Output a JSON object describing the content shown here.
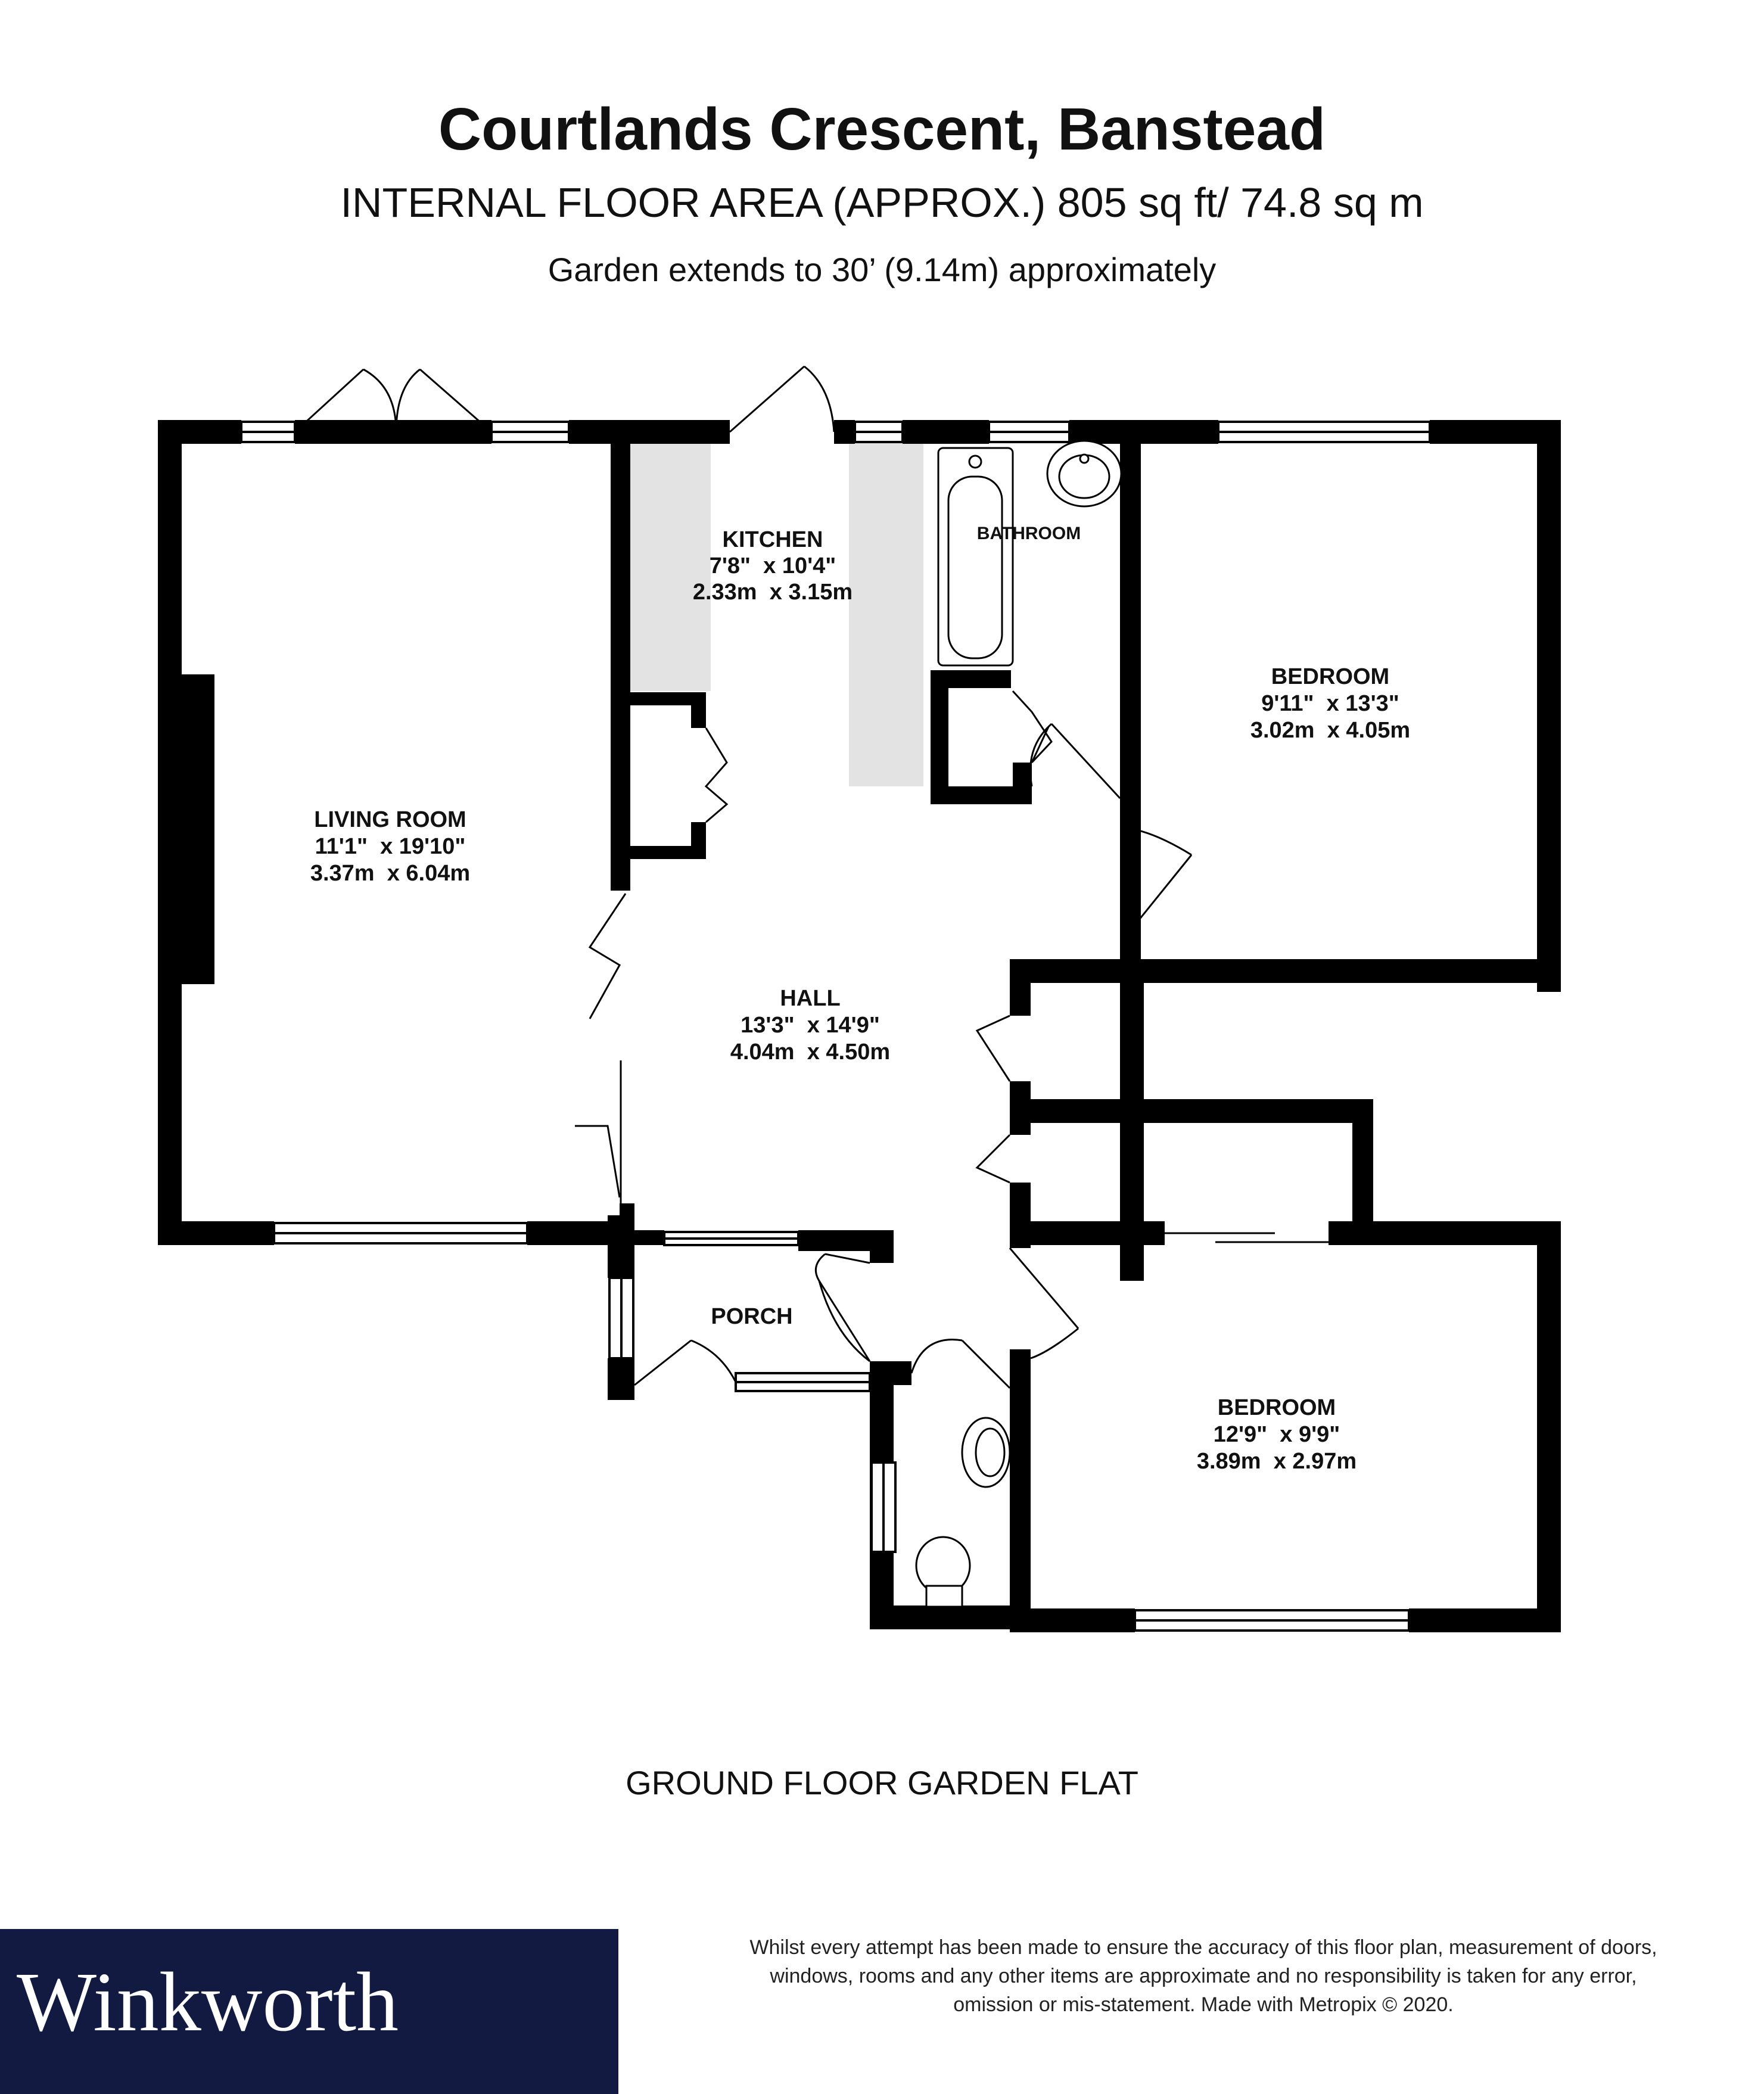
{
  "header": {
    "title": "Courtlands Crescent, Banstead",
    "subtitle": "INTERNAL FLOOR AREA (APPROX.) 805 sq ft/ 74.8 sq m",
    "garden_note": "Garden extends to 30’ (9.14m) approximately"
  },
  "rooms": {
    "kitchen": {
      "name": "KITCHEN",
      "imperial": "7'8\"  x 10'4\"",
      "metric": "2.33m  x 3.15m"
    },
    "bathroom": {
      "name": "BATHROOM"
    },
    "bedroom1": {
      "name": "BEDROOM",
      "imperial": "9'11\"  x 13'3\"",
      "metric": "3.02m  x 4.05m"
    },
    "living": {
      "name": "LIVING ROOM",
      "imperial": "11'1\"  x 19'10\"",
      "metric": "3.37m  x 6.04m"
    },
    "hall": {
      "name": "HALL",
      "imperial": "13'3\"  x 14'9\"",
      "metric": "4.04m  x 4.50m"
    },
    "porch": {
      "name": "PORCH"
    },
    "bedroom2": {
      "name": "BEDROOM",
      "imperial": "12'9\"  x 9'9\"",
      "metric": "3.89m  x 2.97m"
    }
  },
  "floor_label": "GROUND FLOOR GARDEN FLAT",
  "branding": {
    "name": "Winkworth",
    "color": "#121a42"
  },
  "disclaimer": {
    "line1": "Whilst every attempt has been made to ensure the accuracy of this floor plan, measurement of doors,",
    "line2": "windows, rooms and any other items are approximate and no responsibility is taken for any error,",
    "line3": "omission or mis-statement. Made with Metropix © 2020."
  },
  "colors": {
    "wall": "#000000",
    "worktop": "#e3e3e3"
  }
}
